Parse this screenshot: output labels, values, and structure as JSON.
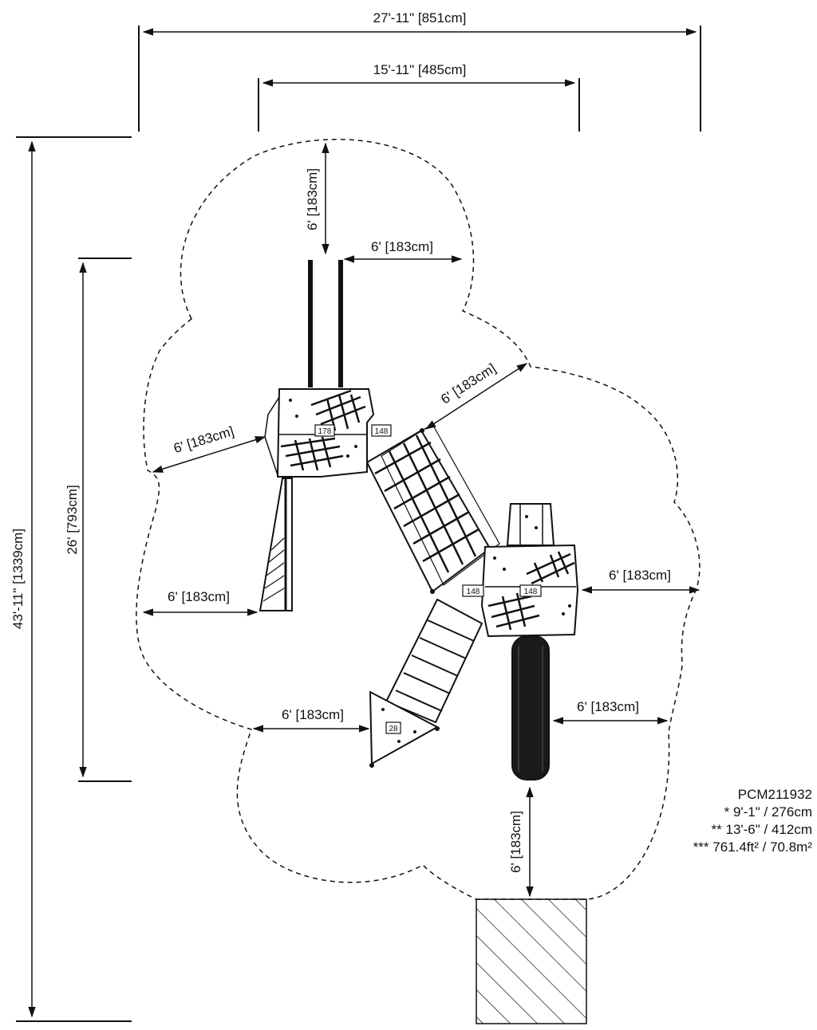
{
  "dimensions": {
    "overall_width": "27'-11\" [851cm]",
    "inner_width": "15'-11\" [485cm]",
    "overall_length": "43'-11\" [1339cm]",
    "inner_length": "26' [793cm]",
    "clearance": "6' [183cm]"
  },
  "component_tags": [
    "178",
    "148",
    "148",
    "148",
    "28"
  ],
  "notes": {
    "model": "PCM211932",
    "line1": "* 9'-1\" / 276cm",
    "line2": "** 13'-6\" / 412cm",
    "line3": "*** 761.4ft² / 70.8m²"
  }
}
